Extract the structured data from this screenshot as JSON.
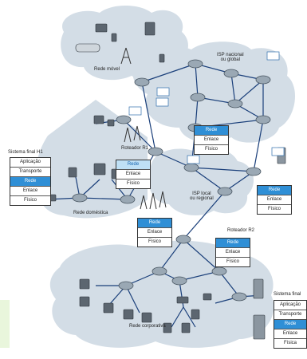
{
  "labels": {
    "mobile_network": "Rede móvel",
    "national_isp": "ISP nacional\nou global",
    "router_r1": "Roteador R1",
    "local_isp": "ISP local\nou regional",
    "home_network": "Rede doméstica",
    "router_r2": "Roteador R2",
    "corporate_network": "Rede corporativa",
    "end_system_h1": "Sistema final H1",
    "end_system_h2": "Sistema final"
  },
  "stacks": {
    "h1": [
      "Aplicação",
      "Transporte",
      "Rede",
      "Enlace",
      "Físico"
    ],
    "r1": [
      "Rede",
      "Enlace",
      "Físico"
    ],
    "isp_mid": [
      "Rede",
      "Enlace",
      "Físico"
    ],
    "right": [
      "Rede",
      "Enlace",
      "Físico"
    ],
    "center": [
      "Rede",
      "Enlace",
      "Físico"
    ],
    "r2": [
      "Rede",
      "Enlace",
      "Físico"
    ],
    "h2": [
      "Aplicação",
      "Transporte",
      "Rede",
      "Enlace",
      "Física"
    ]
  },
  "colors": {
    "cloud": "#d3dde6",
    "highlight": "#2f8fd6",
    "highlight_light": "#bfe0f5",
    "link": "#1a3f7a",
    "router": "#9aa8b4"
  }
}
